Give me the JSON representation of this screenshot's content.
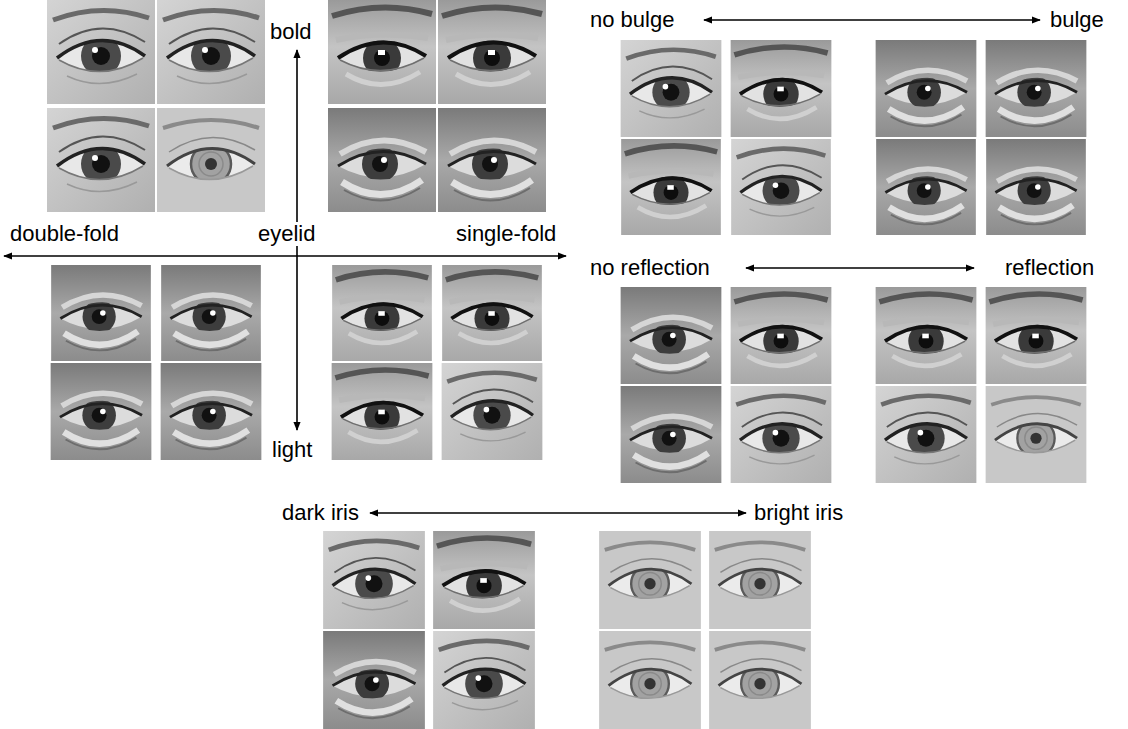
{
  "diagram": {
    "labels": [
      "bold",
      "double-fold",
      "eyelid",
      "single-fold",
      "light",
      "no bulge",
      "bulge",
      "no reflection",
      "reflection",
      "dark iris",
      "bright iris"
    ]
  }
}
